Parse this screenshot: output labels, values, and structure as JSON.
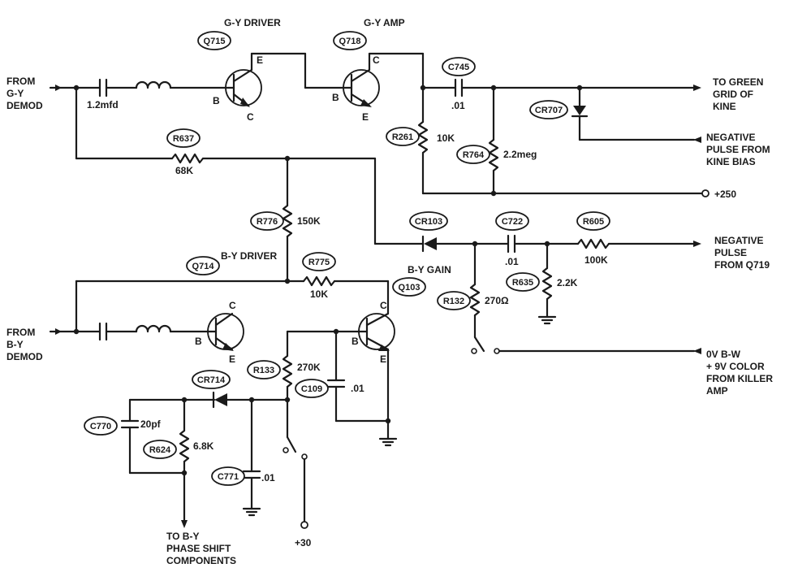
{
  "signals": {
    "from_gy": [
      "FROM",
      "G-Y",
      "DEMOD"
    ],
    "from_by": [
      "FROM",
      "B-Y",
      "DEMOD"
    ],
    "to_green": [
      "TO GREEN",
      "GRID OF",
      "KINE"
    ],
    "neg_pulse_kine": [
      "NEGATIVE",
      "PULSE FROM",
      "KINE BIAS"
    ],
    "plus250": "+250",
    "neg_pulse_q719": [
      "NEGATIVE",
      "PULSE",
      "FROM Q719"
    ],
    "killer": [
      "0V B-W",
      "+ 9V COLOR",
      "FROM KILLER",
      "AMP"
    ],
    "to_by_phase": [
      "TO B-Y",
      "PHASE SHIFT",
      "COMPONENTS"
    ],
    "plus30": "+30"
  },
  "stage_labels": {
    "gy_driver": "G-Y DRIVER",
    "gy_amp": "G-Y AMP",
    "by_driver": "B-Y DRIVER",
    "by_gain": "B-Y GAIN"
  },
  "components": {
    "q715": "Q715",
    "q718": "Q718",
    "q714": "Q714",
    "q103": "Q103",
    "c745": "C745",
    "cr707": "CR707",
    "r637": "R637",
    "r261": "R261",
    "r764": "R764",
    "r776": "R776",
    "r775": "R775",
    "cr103": "CR103",
    "c722": "C722",
    "r605": "R605",
    "r635": "R635",
    "r132": "R132",
    "r133": "R133",
    "c109": "C109",
    "cr714": "CR714",
    "c770": "C770",
    "r624": "R624",
    "c771": "C771"
  },
  "values": {
    "c_input_gy": "1.2mfd",
    "c745": ".01",
    "r637": "68K",
    "r261": "10K",
    "r764": "2.2meg",
    "r776": "150K",
    "r775": "10K",
    "c722": ".01",
    "r605": "100K",
    "r635": "2.2K",
    "r132": "270Ω",
    "r133": "270K",
    "c109": ".01",
    "c770": "20pf",
    "r624": "6.8K",
    "c771": ".01"
  },
  "pins": {
    "b": "B",
    "c": "C",
    "e": "E"
  }
}
